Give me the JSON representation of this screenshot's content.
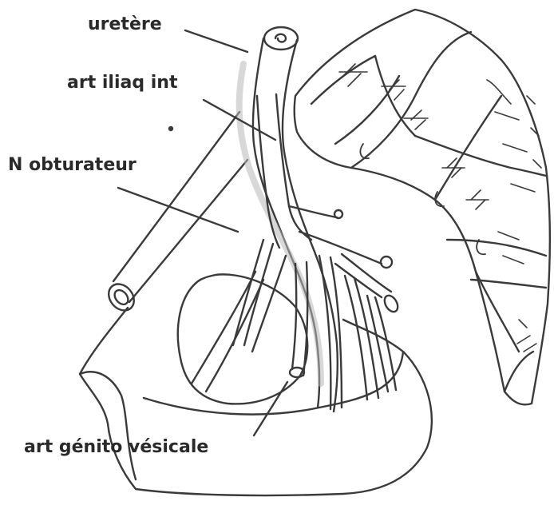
{
  "labels": {
    "ureter": "uretère",
    "iliac_artery": "art iliaq int",
    "obturator_nerve": "N obturateur",
    "genito_vesical_artery": "art génito vésicale"
  },
  "colors": {
    "ink": "#3a3a3a",
    "background": "#ffffff"
  }
}
